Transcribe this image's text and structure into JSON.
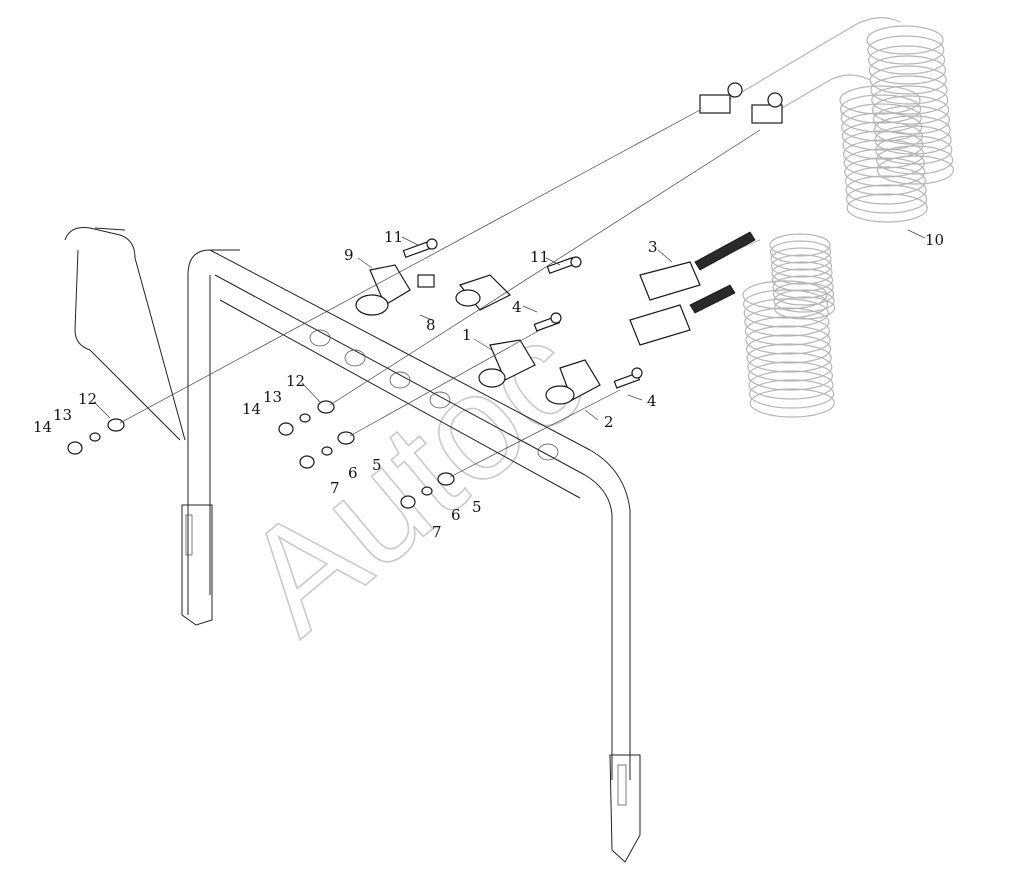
{
  "diagram": {
    "watermark": "Autoc",
    "callouts": [
      {
        "id": "lbl-1",
        "text": "1"
      },
      {
        "id": "lbl-2",
        "text": "2"
      },
      {
        "id": "lbl-3",
        "text": "3"
      },
      {
        "id": "lbl-4a",
        "text": "4"
      },
      {
        "id": "lbl-4b",
        "text": "4"
      },
      {
        "id": "lbl-5a",
        "text": "5"
      },
      {
        "id": "lbl-5b",
        "text": "5"
      },
      {
        "id": "lbl-6a",
        "text": "6"
      },
      {
        "id": "lbl-6b",
        "text": "6"
      },
      {
        "id": "lbl-7a",
        "text": "7"
      },
      {
        "id": "lbl-7b",
        "text": "7"
      },
      {
        "id": "lbl-8",
        "text": "8"
      },
      {
        "id": "lbl-9",
        "text": "9"
      },
      {
        "id": "lbl-10",
        "text": "10"
      },
      {
        "id": "lbl-11a",
        "text": "11"
      },
      {
        "id": "lbl-11b",
        "text": "11"
      },
      {
        "id": "lbl-12a",
        "text": "12"
      },
      {
        "id": "lbl-12b",
        "text": "12"
      },
      {
        "id": "lbl-13a",
        "text": "13"
      },
      {
        "id": "lbl-13b",
        "text": "13"
      },
      {
        "id": "lbl-14a",
        "text": "14"
      },
      {
        "id": "lbl-14b",
        "text": "14"
      }
    ]
  }
}
